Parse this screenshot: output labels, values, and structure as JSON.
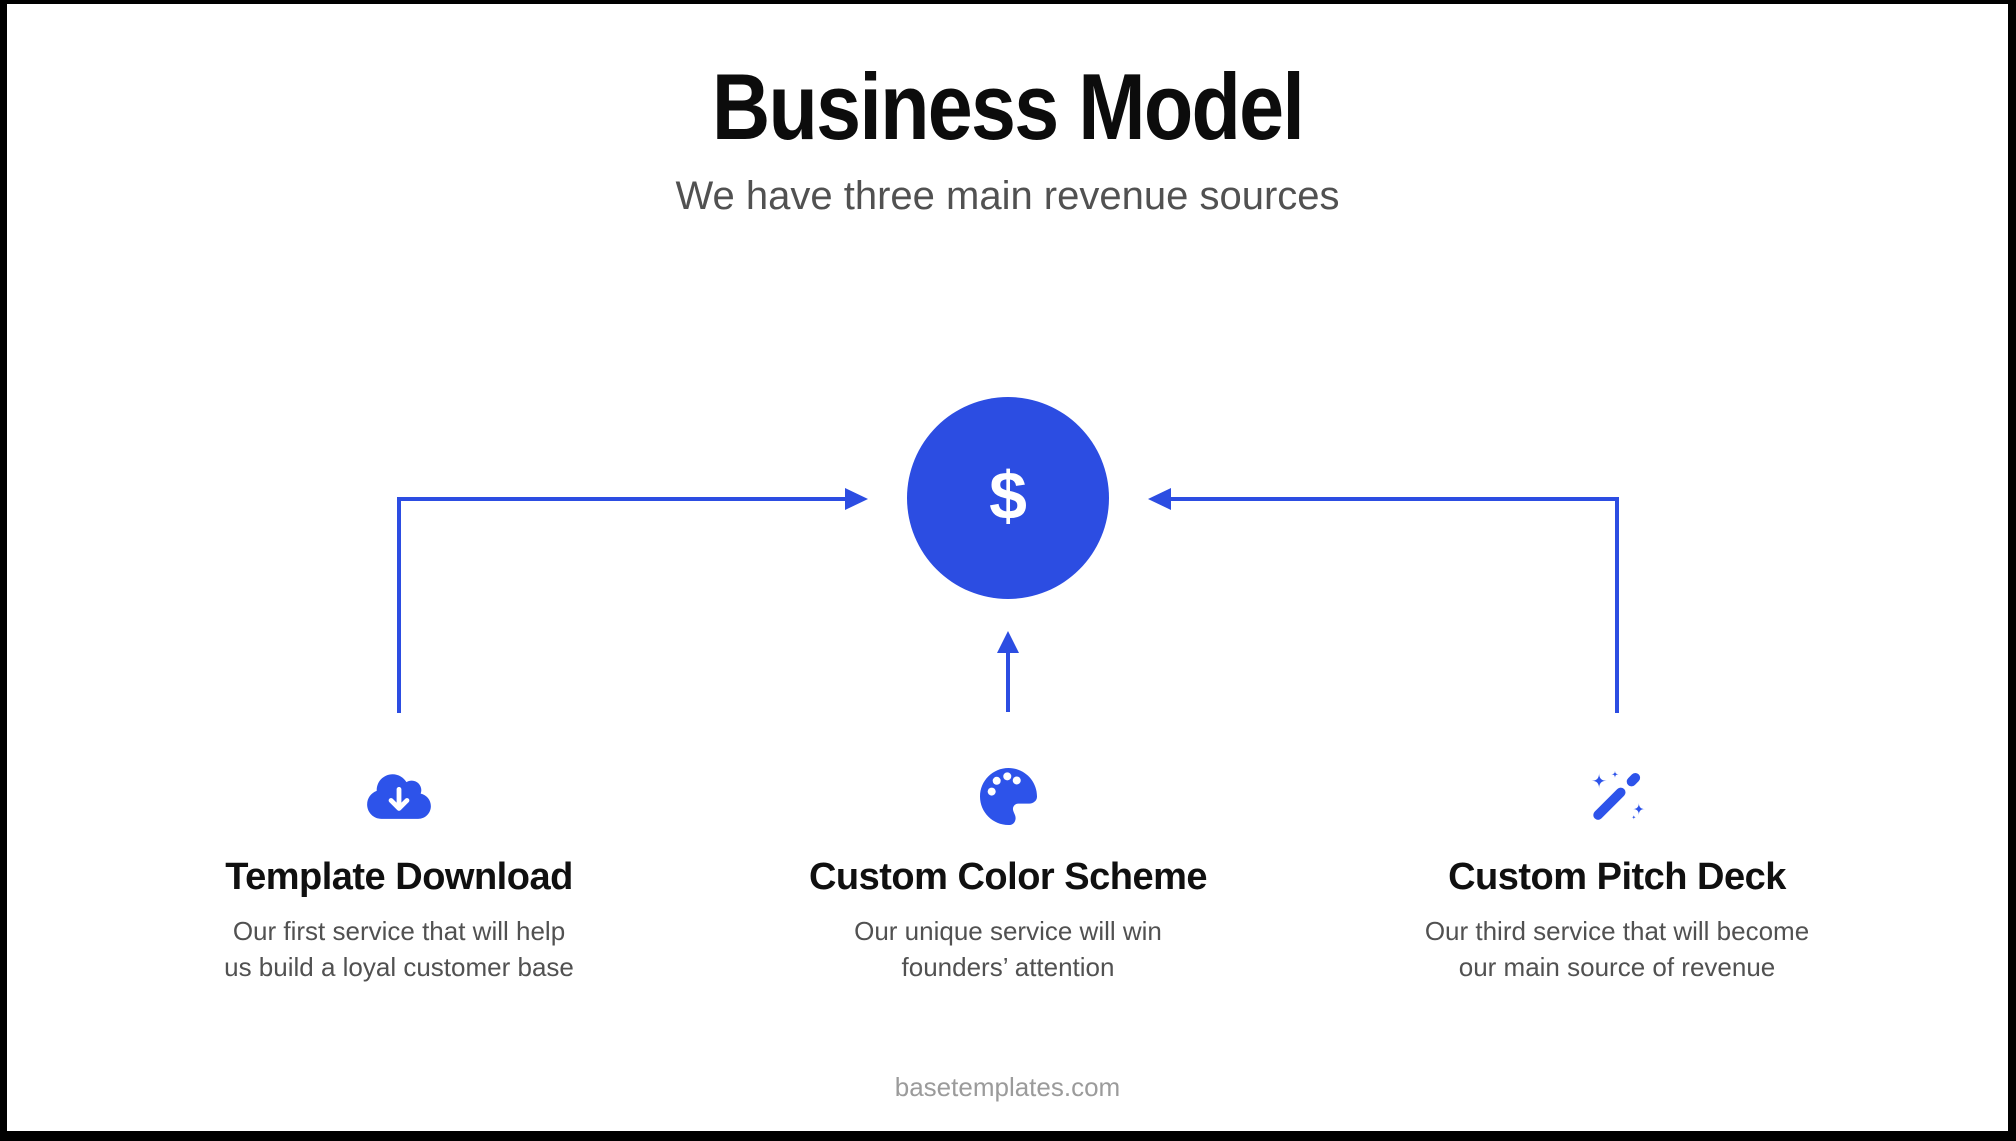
{
  "slide": {
    "title": "Business Model",
    "subtitle": "We have three main revenue sources",
    "center_symbol": "$",
    "footer": "basetemplates.com",
    "colors": {
      "accent_blue": "#2c4de2",
      "icon_blue": "#2d53ea",
      "title_text": "#0c0c0c",
      "body_text": "#515151",
      "footer_text": "#9b9b9b",
      "frame": "#000000",
      "background": "#ffffff"
    },
    "items": [
      {
        "icon": "cloud-download-icon",
        "title": "Template Download",
        "description": "Our first service that will help\nus build a loyal customer base"
      },
      {
        "icon": "color-palette-icon",
        "title": "Custom Color Scheme",
        "description": "Our unique service will win\nfounders’ attention"
      },
      {
        "icon": "magic-wand-icon",
        "title": "Custom Pitch Deck",
        "description": "Our third service that will become\nour main source of revenue"
      }
    ]
  }
}
